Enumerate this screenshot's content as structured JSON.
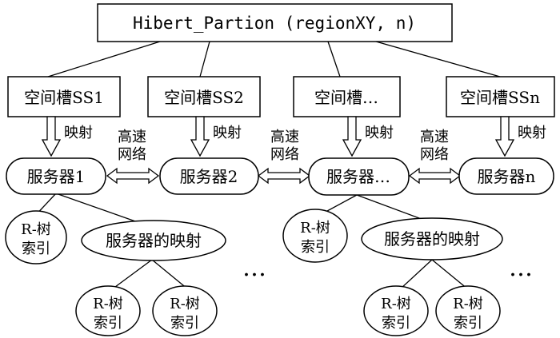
{
  "root": {
    "label": "Hibert_Partion (regionXY, n)"
  },
  "slots": [
    {
      "label": "空间槽SS1"
    },
    {
      "label": "空间槽SS2"
    },
    {
      "label": "空间槽…"
    },
    {
      "label": "空间槽SSn"
    }
  ],
  "mapping_label": "映射",
  "network_label": {
    "line1": "高速",
    "line2": "网络"
  },
  "servers": [
    {
      "label": "服务器1"
    },
    {
      "label": "服务器2"
    },
    {
      "label": "服务器…"
    },
    {
      "label": "服务器n"
    }
  ],
  "rtree_index": {
    "line1": "R-树",
    "line2": "索引"
  },
  "server_mapping_label": "服务器的映射",
  "ellipsis": "…"
}
